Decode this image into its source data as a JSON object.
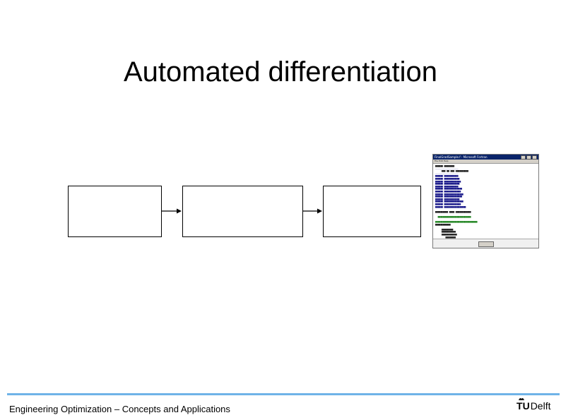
{
  "slide": {
    "title": "Automated differentiation",
    "footer": "Engineering Optimization – Concepts and Applications"
  },
  "logo": {
    "t": "T",
    "u": "U",
    "delft": "Delft"
  },
  "code_window": {
    "title": "FinalGradSample.f - Microsoft Fortran",
    "menu": "File  Edit  Help"
  }
}
